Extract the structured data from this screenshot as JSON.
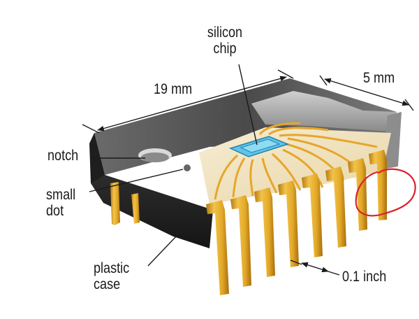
{
  "labels": {
    "silicon_chip": "silicon\nchip",
    "length": "19 mm",
    "width": "5 mm",
    "notch": "notch",
    "small_dot": "small\ndot",
    "plastic_case": "plastic\ncase",
    "pin_pitch": "0.1 inch"
  },
  "colors": {
    "case_dark": "#2b2b2b",
    "case_top": "#5a5a5a",
    "case_edge": "#9a9a9a",
    "cutaway_interior": "#f3e6c8",
    "pin_gold": "#e3a928",
    "pin_shadow": "#b57a12",
    "chip_cyan": "#5bc6ea",
    "annotation_red": "#d8232a"
  }
}
